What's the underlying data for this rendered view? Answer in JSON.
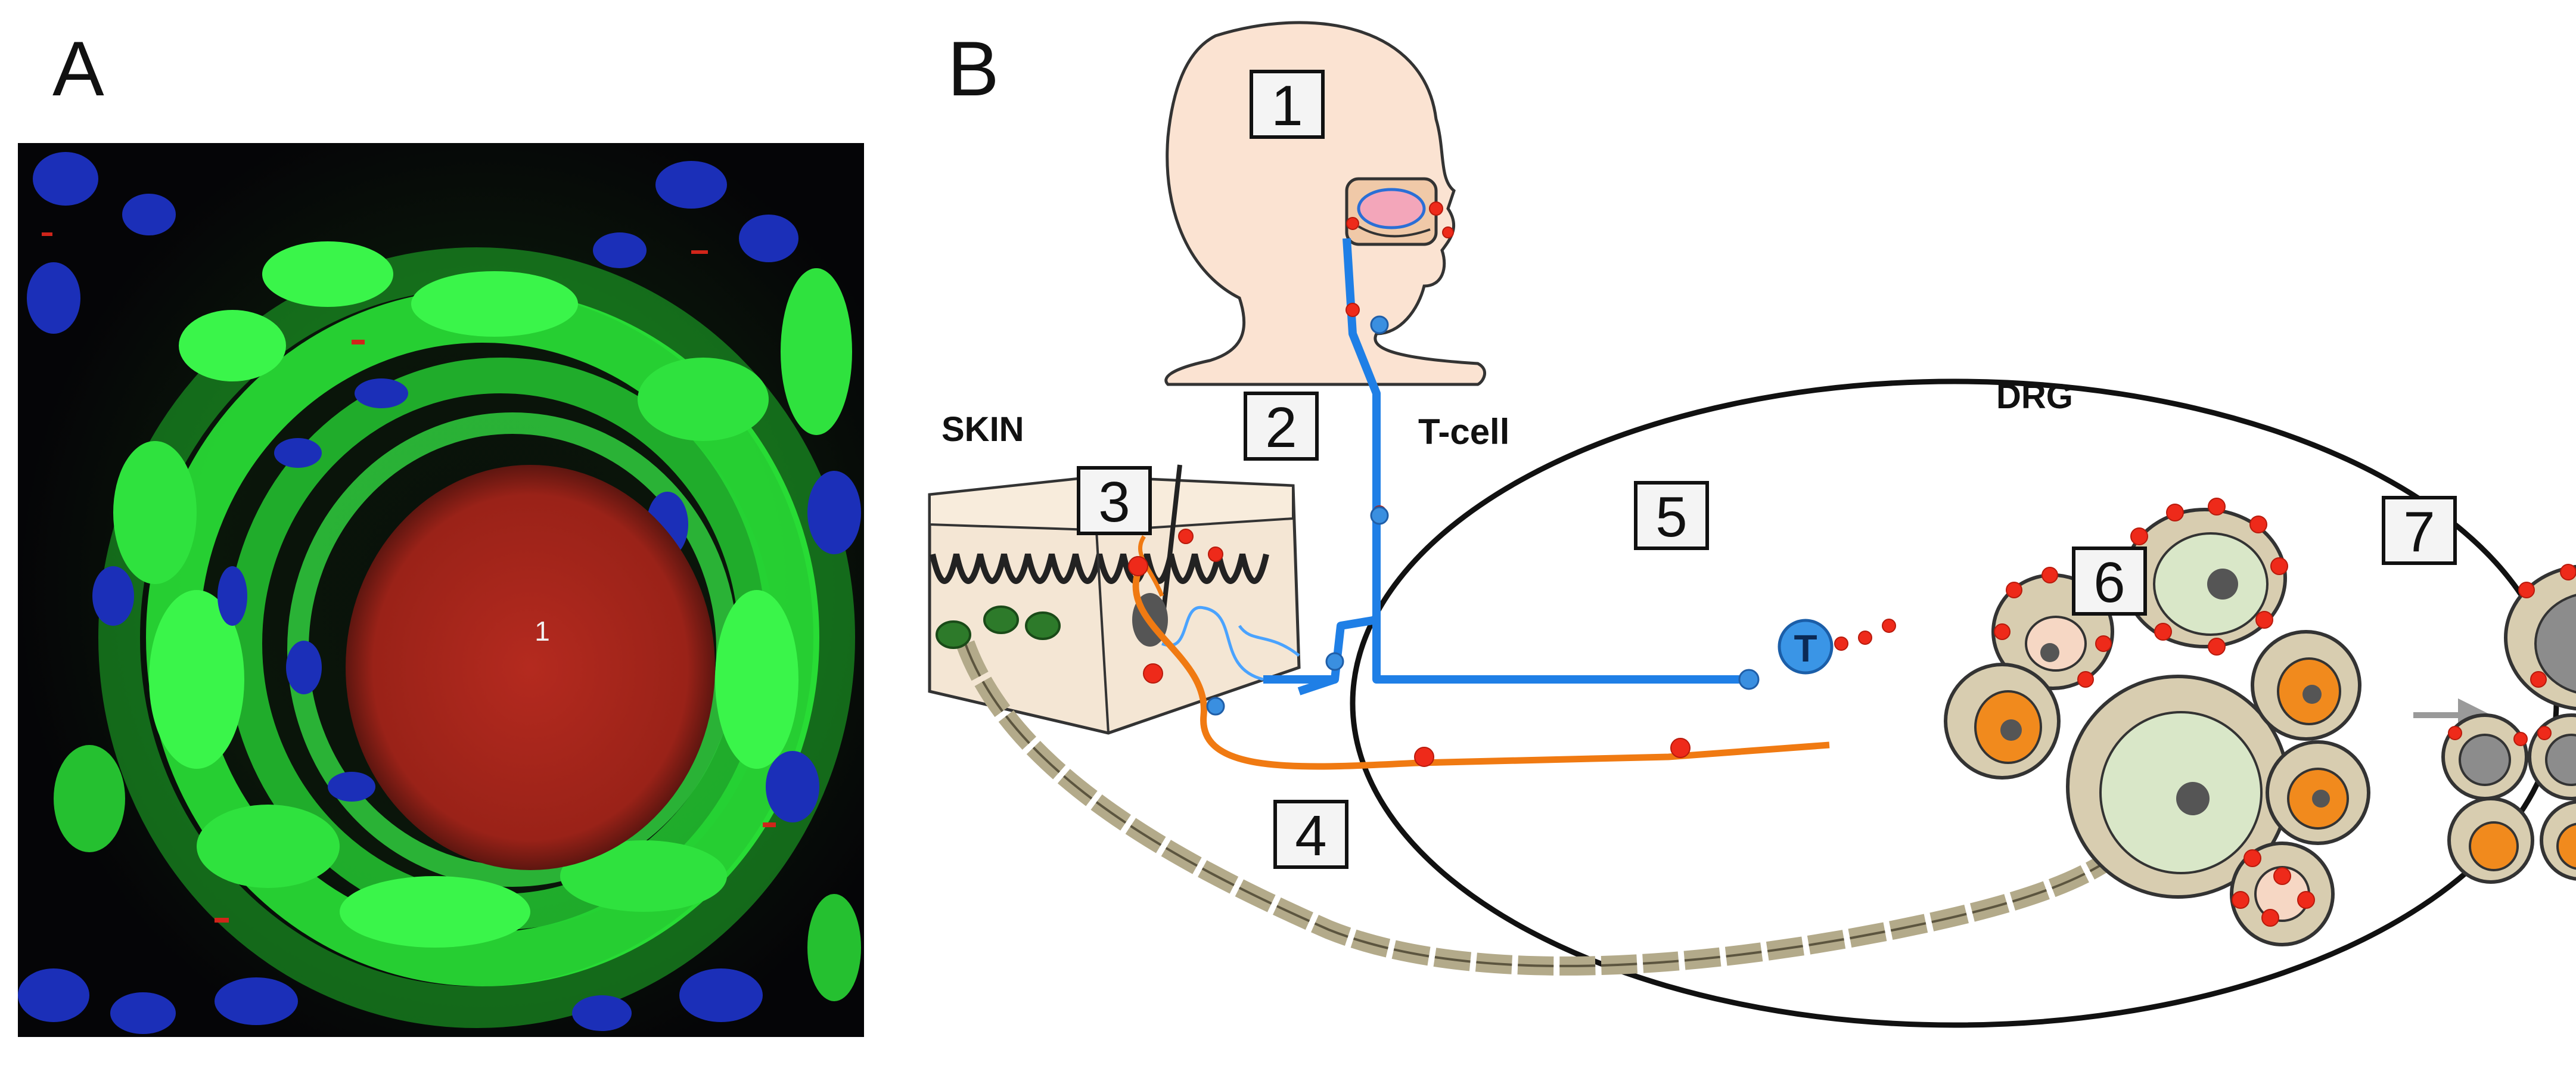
{
  "panelA": {
    "letter": "A",
    "region_label": "1",
    "colors": {
      "nuclei": "#1b2fb8",
      "green": "#2cf03a",
      "red_core": "#a8231b",
      "background": "#050507"
    }
  },
  "panelB": {
    "letter": "B",
    "labels": {
      "skin": "SKIN",
      "tcell": "T-cell",
      "drg": "DRG",
      "t_symbol": "T"
    },
    "steps": [
      "1",
      "2",
      "3",
      "4",
      "5",
      "6",
      "7"
    ],
    "colors": {
      "skin_fill": "#f4e6d4",
      "head_fill": "#fbe3d2",
      "blue_nerve": "#1f7fe6",
      "orange_nerve": "#f07a12",
      "virus_red": "#ee2a1a",
      "neuron_green": "#d9e7c8",
      "neuron_orange": "#f18a1d",
      "satellite_tan": "#d8cdb0",
      "axon_tan": "#b3aa8a",
      "arrow_grey": "#9a9a9a"
    }
  }
}
